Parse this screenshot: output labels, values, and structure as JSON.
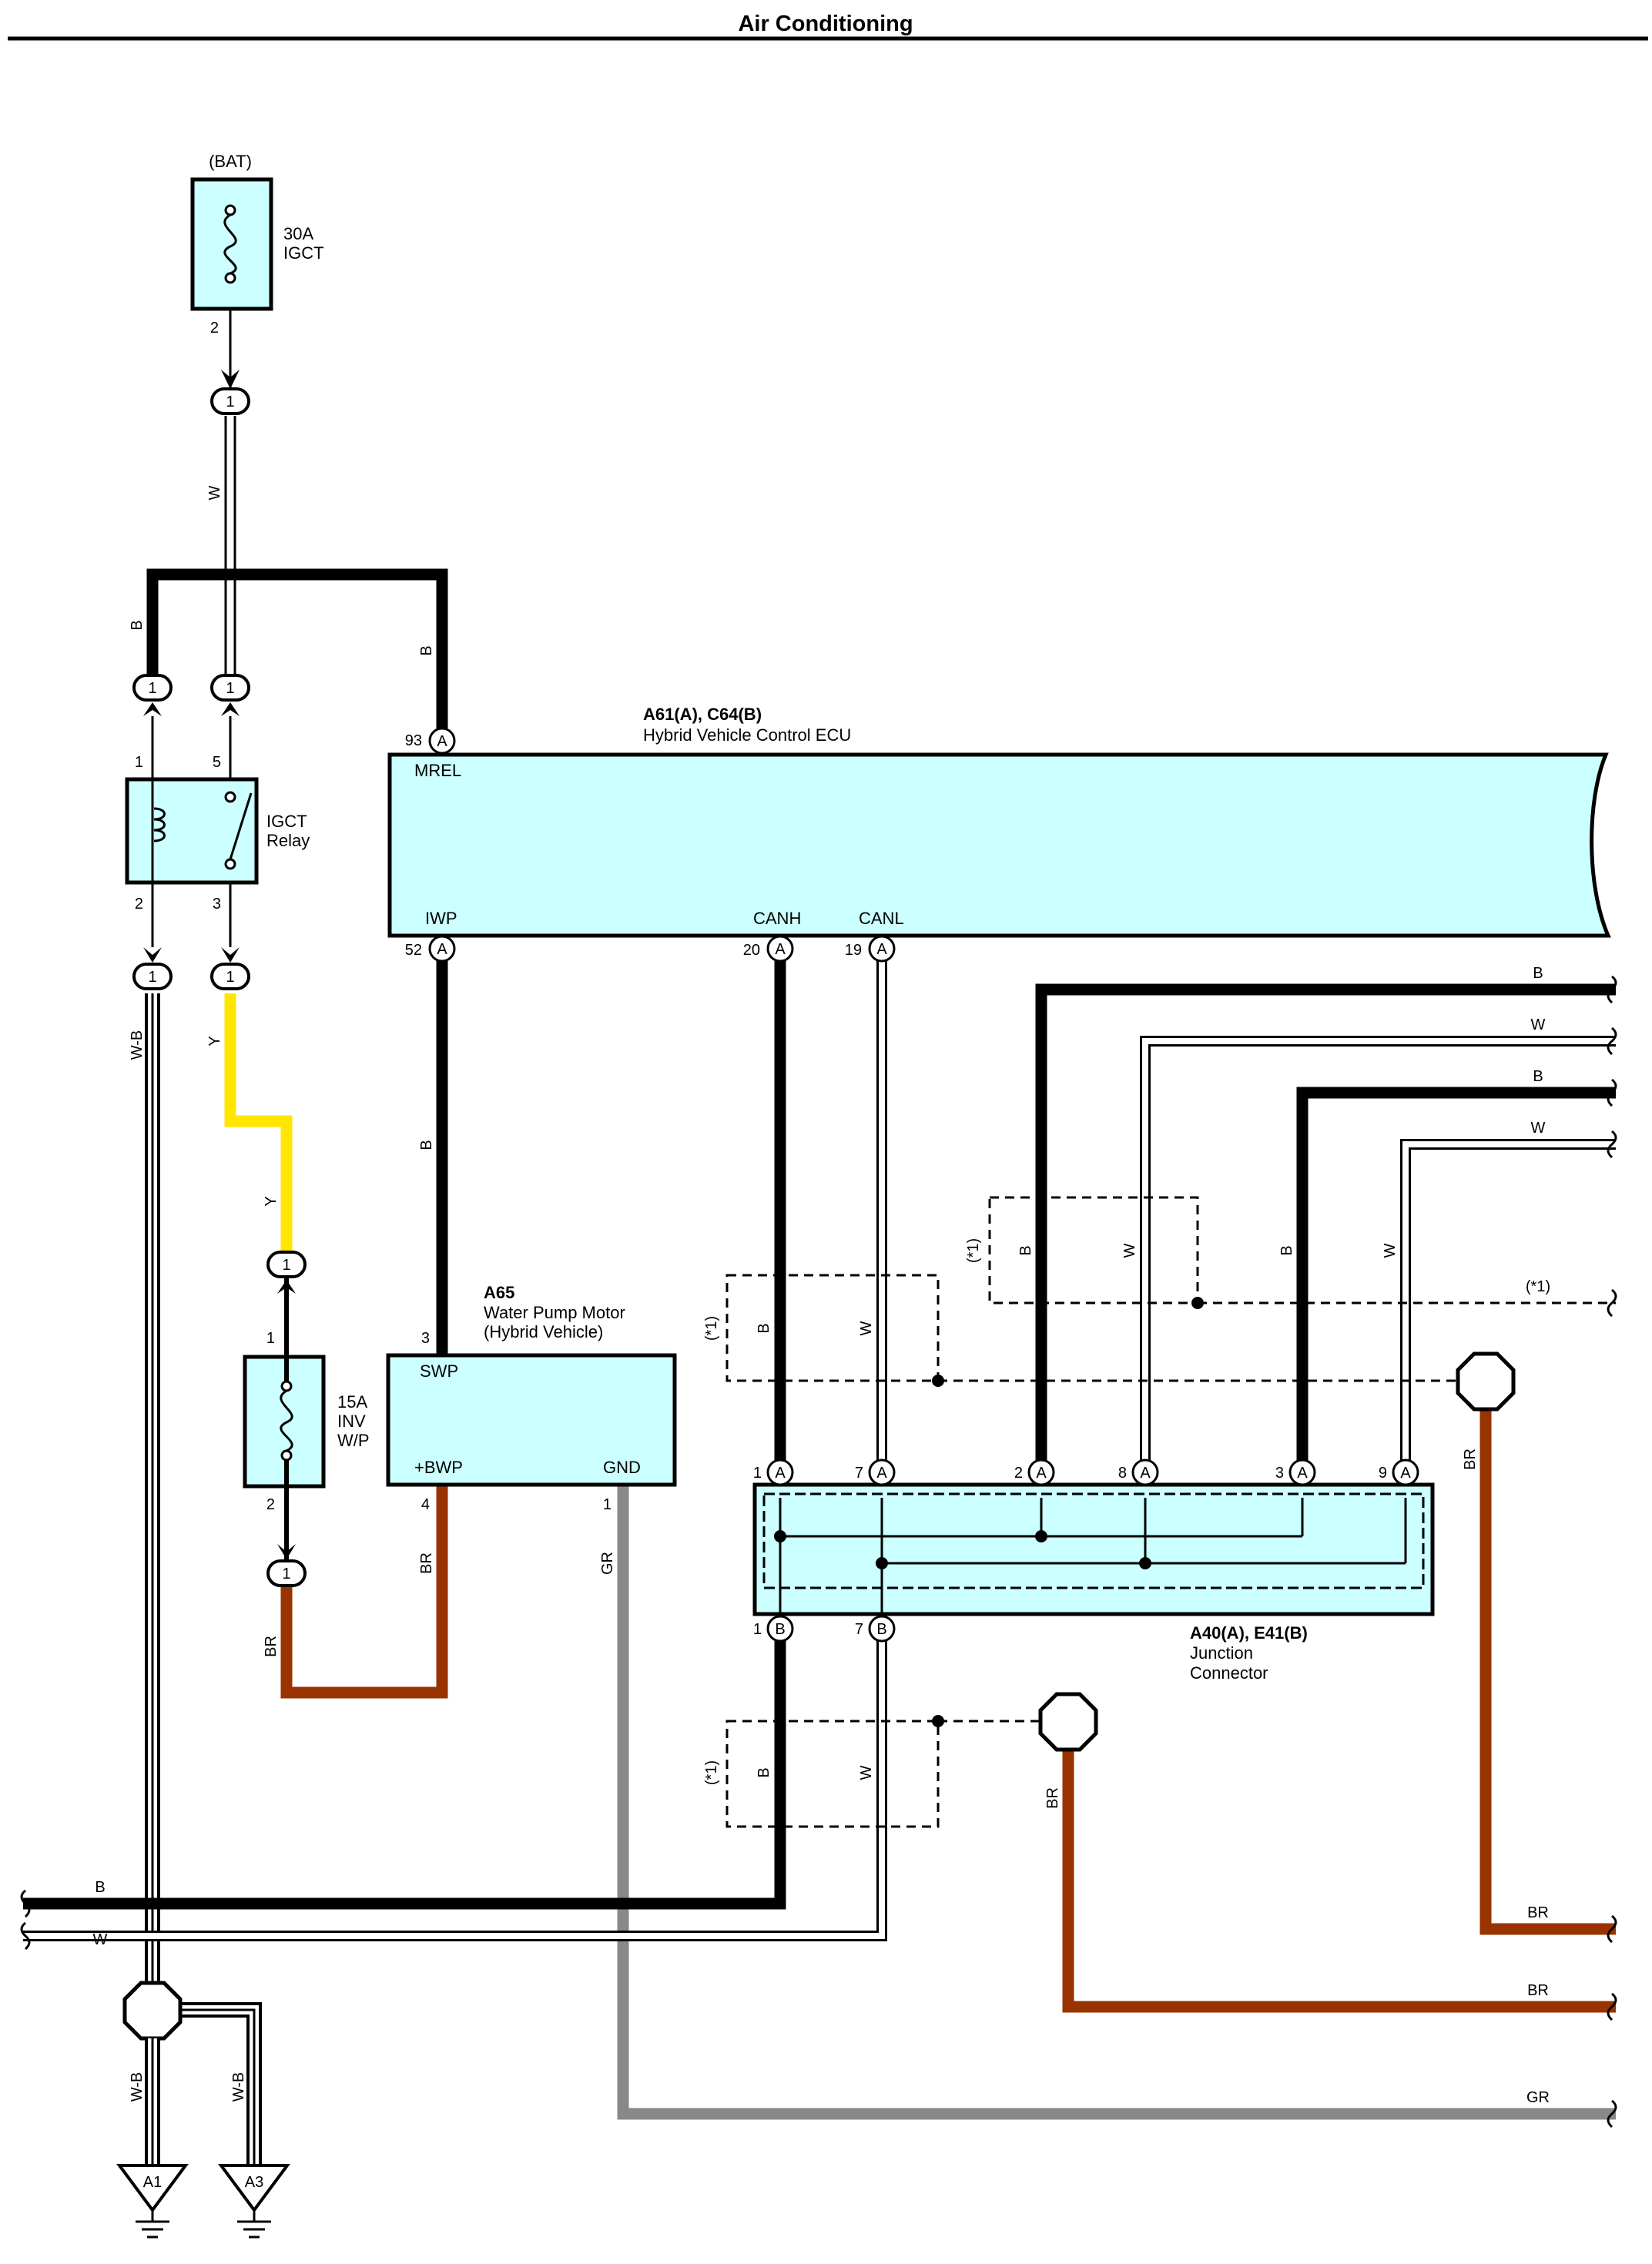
{
  "title": "Air Conditioning",
  "bat": {
    "label": "(BAT)",
    "fuse_amp": "30A",
    "fuse_name": "IGCT",
    "pin": "2"
  },
  "relay": {
    "name_line1": "IGCT",
    "name_line2": "Relay",
    "pins": [
      "1",
      "5",
      "2",
      "3"
    ]
  },
  "fuse_inv": {
    "amp": "15A",
    "line2": "INV",
    "line3": "W/P",
    "pin_top": "1",
    "pin_bottom": "2"
  },
  "ecu": {
    "code": "A61(A), C64(B)",
    "name": "Hybrid Vehicle Control ECU",
    "terminals": [
      {
        "pin": "93",
        "conn": "A",
        "name": "MREL"
      },
      {
        "pin": "52",
        "conn": "A",
        "name": "IWP"
      },
      {
        "pin": "20",
        "conn": "A",
        "name": "CANH"
      },
      {
        "pin": "19",
        "conn": "A",
        "name": "CANL"
      }
    ]
  },
  "pump": {
    "code": "A65",
    "name_line1": "Water Pump Motor",
    "name_line2": "(Hybrid Vehicle)",
    "terminals": [
      {
        "pin": "3",
        "name": "SWP"
      },
      {
        "pin": "4",
        "name": "+BWP"
      },
      {
        "pin": "1",
        "name": "GND"
      }
    ]
  },
  "junction": {
    "code": "A40(A), E41(B)",
    "name_line1": "Junction",
    "name_line2": "Connector",
    "top_pins": [
      {
        "pin": "1",
        "conn": "A"
      },
      {
        "pin": "7",
        "conn": "A"
      },
      {
        "pin": "2",
        "conn": "A"
      },
      {
        "pin": "8",
        "conn": "A"
      },
      {
        "pin": "3",
        "conn": "A"
      },
      {
        "pin": "9",
        "conn": "A"
      }
    ],
    "bottom_pins": [
      {
        "pin": "1",
        "conn": "B"
      },
      {
        "pin": "7",
        "conn": "B"
      }
    ]
  },
  "inline_connector_pin": "1",
  "shield_note": "(*1)",
  "grounds": [
    "A1",
    "A3"
  ],
  "wire_colors": {
    "W": "W",
    "B": "B",
    "Y": "Y",
    "BR": "BR",
    "GR": "GR",
    "WB": "W-B"
  },
  "colors": {
    "box_fill": "#ccffff",
    "wire_B": "#000000",
    "wire_BR": "#993300",
    "wire_Y": "#ffe600",
    "wire_GR": "#888888"
  }
}
